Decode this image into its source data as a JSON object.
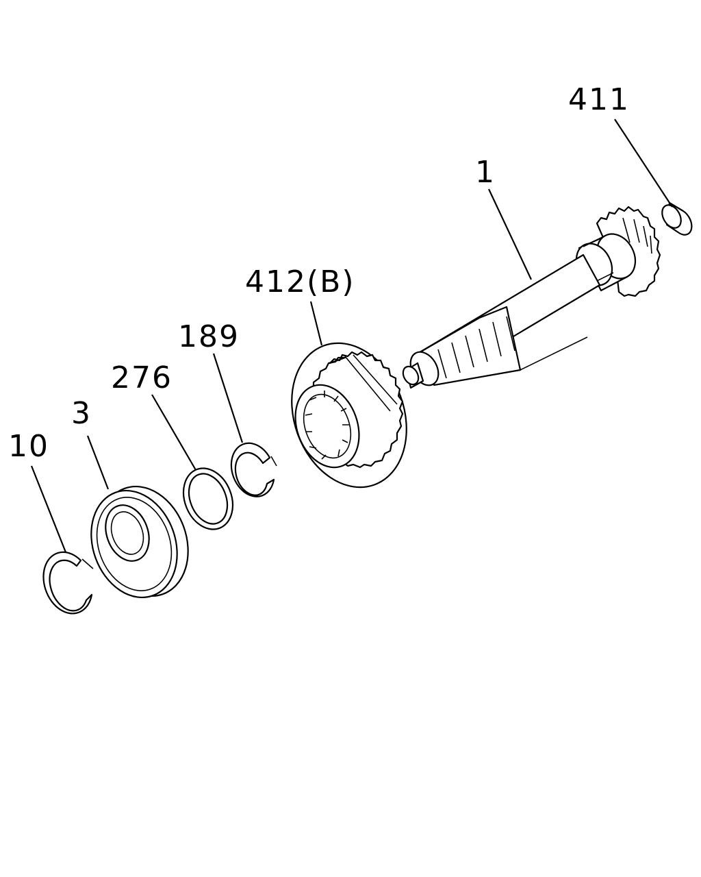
{
  "diagram": {
    "callouts": {
      "part_411": "411",
      "part_1": "1",
      "part_412": "412(B)",
      "part_189": "189",
      "part_276": "276",
      "part_3": "3",
      "part_10": "10"
    }
  }
}
